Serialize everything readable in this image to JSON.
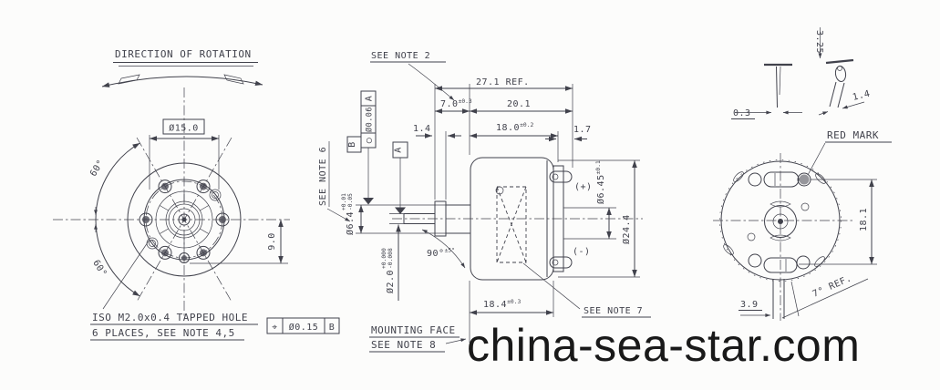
{
  "watermark": "china-sea-star.com",
  "front_view": {
    "title": "DIRECTION OF ROTATION",
    "bolt_circle_dia": "Ø15.0",
    "angle_upper": "60°",
    "angle_lower": "60°",
    "hole_offset": "9.0",
    "note_line1": "ISO M2.0x0.4 TAPPED HOLE",
    "note_line2": "6 PLACES, SEE NOTE 4,5",
    "position_symbol": "⌖",
    "position_tol": "Ø0.15",
    "position_datum": "B"
  },
  "side_view": {
    "see_note_2": "SEE NOTE 2",
    "overall_len": "27.1 REF.",
    "boss_len": "7.0",
    "boss_len_tol": "±0.3",
    "case_len": "20.1",
    "washer_thk": "1.4",
    "body_len": "18.0",
    "body_len_tol": "±0.2",
    "terminal_len": "1.7",
    "runout_symbol": "○",
    "runout_tol": "Ø0.06",
    "runout_datum": "A",
    "datum_b": "B",
    "datum_a": "A",
    "see_note_6": "SEE NOTE 6",
    "bearing_dia": "Ø6.4",
    "bearing_tol_plus": "+0.01",
    "bearing_tol_minus": "-0.05",
    "shaft_dia": "Ø2.0",
    "shaft_tol_plus": "+0.000",
    "shaft_tol_minus": "-0.008",
    "face_angle": "90°",
    "face_angle_tol": "±5°",
    "terminal_plus": "(+)",
    "terminal_minus": "(-)",
    "cap_dia": "Ø6.45",
    "cap_dia_tol": "±0.1",
    "case_dia": "Ø24.4",
    "mount_len": "18.4",
    "mount_len_tol": "±0.3",
    "see_note_7": "SEE NOTE 7",
    "mounting_face_line1": "MOUNTING FACE",
    "mounting_face_line2": "SEE NOTE 8"
  },
  "rear_view": {
    "terminal_thk": "0.3",
    "terminal_h": "3.25",
    "terminal_w": "1.4",
    "red_mark": "RED MARK",
    "slot_span": "18.1",
    "tab_w": "3.9",
    "tab_angle": "7° REF."
  }
}
